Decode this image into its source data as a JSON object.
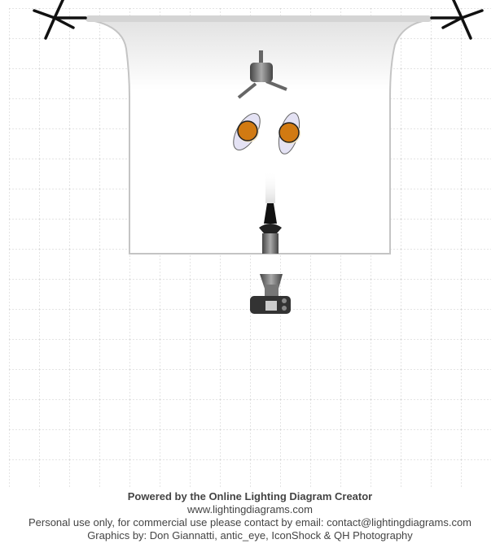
{
  "diagram": {
    "elements": [
      "backdrop",
      "background-light",
      "subject-left",
      "subject-right",
      "snoot-light",
      "camera"
    ],
    "colors": {
      "subject": "#d17a12",
      "reflector": "#e4e2f4",
      "backdrop": "#ffffff",
      "grid": "#c8c8c8"
    }
  },
  "footer": {
    "powered": "Powered by the Online Lighting Diagram Creator",
    "url": "www.lightingdiagrams.com",
    "license": "Personal use only, for commercial use please contact by email: contact@lightingdiagrams.com",
    "credits": "Graphics by: Don Giannatti, antic_eye, IconShock & QH Photography"
  }
}
